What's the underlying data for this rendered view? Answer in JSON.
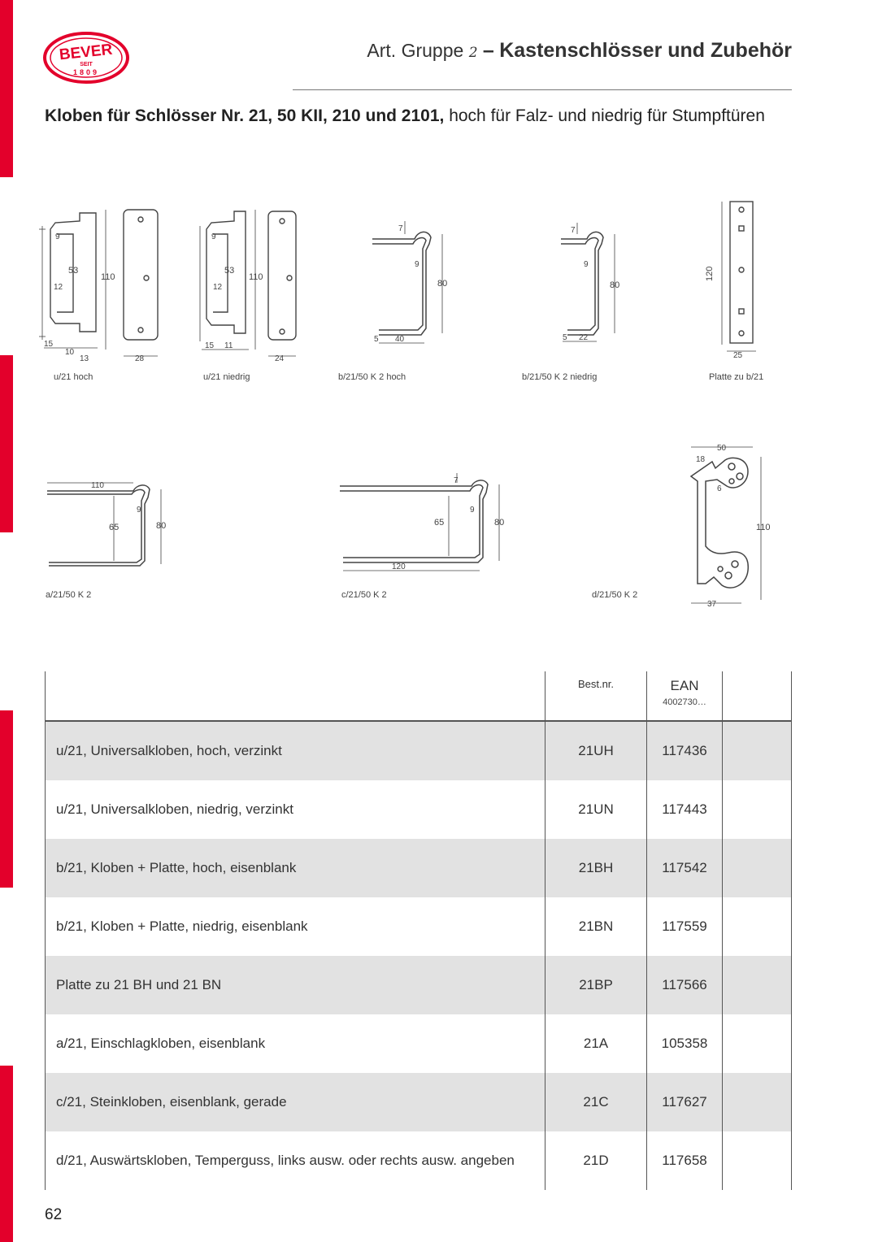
{
  "colors": {
    "accent": "#e3002b",
    "row_shade": "#e2e2e2"
  },
  "logo": {
    "brand": "BEVER",
    "since": "SEIT",
    "year": "1809"
  },
  "header": {
    "prefix": "Art. Gruppe",
    "group": "2",
    "dash": "–",
    "title": "Kastenschlösser und Zubehör"
  },
  "heading": {
    "bold": "Kloben für Schlösser Nr. 21, 50 KII, 210 und 2101,",
    "normal": " hoch für Falz- und niedrig für Stumpftüren"
  },
  "figures": [
    {
      "caption": "u/21 hoch",
      "dims": [
        "9",
        "53",
        "12",
        "110",
        "15",
        "10",
        "13",
        "28"
      ]
    },
    {
      "caption": "u/21 niedrig",
      "dims": [
        "9",
        "53",
        "12",
        "110",
        "15",
        "11",
        "24"
      ]
    },
    {
      "caption": "b/21/50 K 2 hoch",
      "dims": [
        "7",
        "9",
        "80",
        "5",
        "40"
      ]
    },
    {
      "caption": "b/21/50 K 2 niedrig",
      "dims": [
        "7",
        "9",
        "80",
        "5",
        "22"
      ]
    },
    {
      "caption": "Platte zu b/21",
      "dims": [
        "120",
        "25"
      ]
    },
    {
      "caption": "a/21/50 K 2",
      "dims": [
        "110",
        "9",
        "65",
        "80"
      ]
    },
    {
      "caption": "c/21/50 K 2",
      "dims": [
        "7",
        "9",
        "65",
        "80",
        "120"
      ]
    },
    {
      "caption": "d/21/50 K 2",
      "dims": [
        "50",
        "18",
        "6",
        "110",
        "37"
      ]
    }
  ],
  "table": {
    "col_best": "Best.nr.",
    "col_ean": "EAN",
    "col_ean_prefix": "4002730…",
    "rows": [
      {
        "desc": "u/21, Universalkloben, hoch, verzinkt",
        "best": "21UH",
        "ean": "117436"
      },
      {
        "desc": "u/21, Universalkloben, niedrig, verzinkt",
        "best": "21UN",
        "ean": "117443"
      },
      {
        "desc": "b/21, Kloben + Platte, hoch, eisenblank",
        "best": "21BH",
        "ean": "117542"
      },
      {
        "desc": "b/21, Kloben + Platte, niedrig, eisenblank",
        "best": "21BN",
        "ean": "117559"
      },
      {
        "desc": "Platte zu 21 BH und 21 BN",
        "best": "21BP",
        "ean": "117566"
      },
      {
        "desc": "a/21, Einschlagkloben, eisenblank",
        "best": "21A",
        "ean": "105358"
      },
      {
        "desc": "c/21, Steinkloben, eisenblank, gerade",
        "best": "21C",
        "ean": "117627"
      },
      {
        "desc": "d/21, Auswärtskloben, Temperguss, links ausw. oder rechts ausw. angeben",
        "best": "21D",
        "ean": "117658"
      }
    ]
  },
  "page_number": "62"
}
